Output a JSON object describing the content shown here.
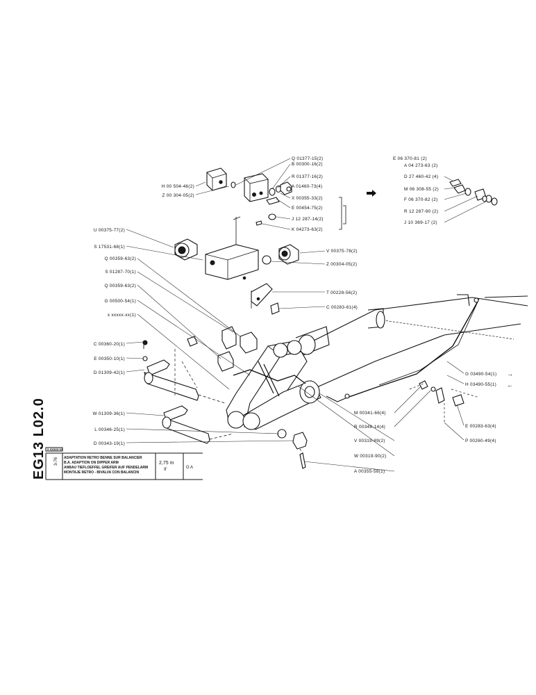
{
  "document_code": "EG13 L02.0",
  "date": "3-76",
  "title_block": {
    "code_box": "x xxxxx-xx",
    "lines": [
      "ADAPTATION RETRO BENNE SUR BALANCIER",
      "B.A. ADAPTION ON DIPPER ARM",
      "ANBAU TIEFLOEFFEL GREIFER AUF PENDELARM",
      "MONTAJE RETRO - BIVALVA CON BALANCIN"
    ],
    "size": "2,75 m",
    "size_sub": "9'",
    "model": "G A"
  },
  "labels_left": [
    "H 00 504-46(2)",
    "Z 00 304-05(2)",
    "U 00375-77(2)",
    "S 17531-68(1)",
    "Q 00359-63(2)",
    "S 01287-70(1)",
    "Q 00359-63(2)",
    "G 00500-54(1)",
    "x xxxxx-xx(1)",
    "C 00360-20(1)",
    "E 00350-10(1)",
    "D 01309-42(1)",
    "W 01309-36(1)",
    "L 00346-25(1)",
    "D 00343-19(1)"
  ],
  "labels_valve": [
    "Q 01377-15(2)",
    "B 00300-16(2)",
    "R 01377-16(2)",
    "A 01460-73(4)",
    "X 00355-33(2)",
    "E 00454-75(2)",
    "J 12 287-14(2)",
    "K 04273-63(2)"
  ],
  "labels_right_top": [
    "E 06 370-81 (2)",
    "A 04 273-63 (2)",
    "D 27 460-42 (4)",
    "M 06 308-55 (2)",
    "F 06 370-82 (2)",
    "R 12 287-90 (2)",
    "J 10 369-17 (2)"
  ],
  "labels_right_mid": [
    "V 00375-78(2)",
    "Z 00304-05(2)",
    "T 00228-56(2)",
    "C 00283-61(4)"
  ],
  "labels_right_bottom": [
    "G 03490-54(1)",
    "H 03490-55(1)",
    "E 00283-63(4)",
    "P 00260-49(4)",
    "M 00341-66(4)",
    "R 00348-14(4)",
    "V 00319-89(2)",
    "W 00319-90(2)",
    "A 00355-58(1)"
  ],
  "arrows": {
    "out": "→",
    "in": "←"
  },
  "colors": {
    "ink": "#111111",
    "paper": "#ffffff"
  }
}
